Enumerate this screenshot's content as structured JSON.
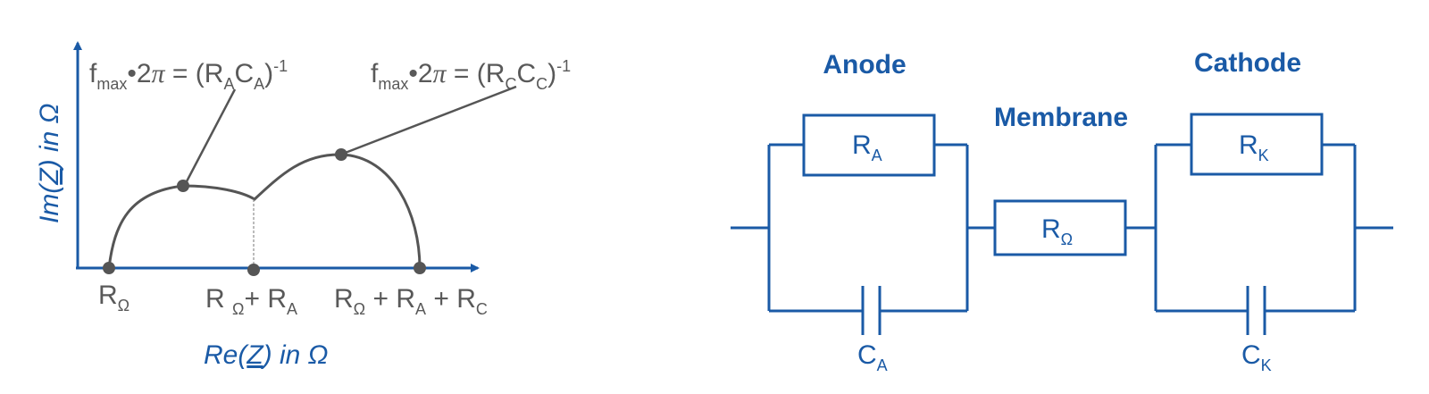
{
  "colors": {
    "blue": "#1a5aa6",
    "gray": "#595959",
    "dot": "#555555"
  },
  "nyquist": {
    "x_axis_label": {
      "pre": "Re(",
      "z": "Z",
      "post": ") in Ω"
    },
    "y_axis_label": {
      "pre": "Im(",
      "z": "Z",
      "post": ") in Ω"
    },
    "formula_anode": {
      "f": "f",
      "sub_max": "max",
      "mid": "•2",
      "pi": "π",
      "eq": " = (R",
      "sub_a1": "A",
      "c": "C",
      "sub_a2": "A",
      "close": ")",
      "exp": "-1"
    },
    "formula_cathode": {
      "f": "f",
      "sub_max": "max",
      "mid": "•2",
      "pi": "π",
      "eq": " = (R",
      "sub_c1": "C",
      "c": "C",
      "sub_c2": "C",
      "close": ")",
      "exp": "-1"
    },
    "label_r_ohm": {
      "r": "R",
      "sub": "Ω"
    },
    "label_r_ohm_ra": {
      "r": "R ",
      "sub": "Ω",
      "plus": "+ R",
      "sub2": "A"
    },
    "label_r_ohm_ra_rc": {
      "r": "R",
      "sub": "Ω",
      "plus": " + R",
      "sub2": "A",
      "plus2": " + R",
      "sub3": "C"
    }
  },
  "circuit": {
    "anode_title": "Anode",
    "membrane_title": "Membrane",
    "cathode_title": "Cathode",
    "ra": {
      "r": "R",
      "sub": "A"
    },
    "r_ohm": {
      "r": "R",
      "sub": "Ω"
    },
    "rk": {
      "r": "R",
      "sub": "K"
    },
    "ca": {
      "c": "C",
      "sub": "A"
    },
    "ck": {
      "c": "C",
      "sub": "K"
    }
  }
}
